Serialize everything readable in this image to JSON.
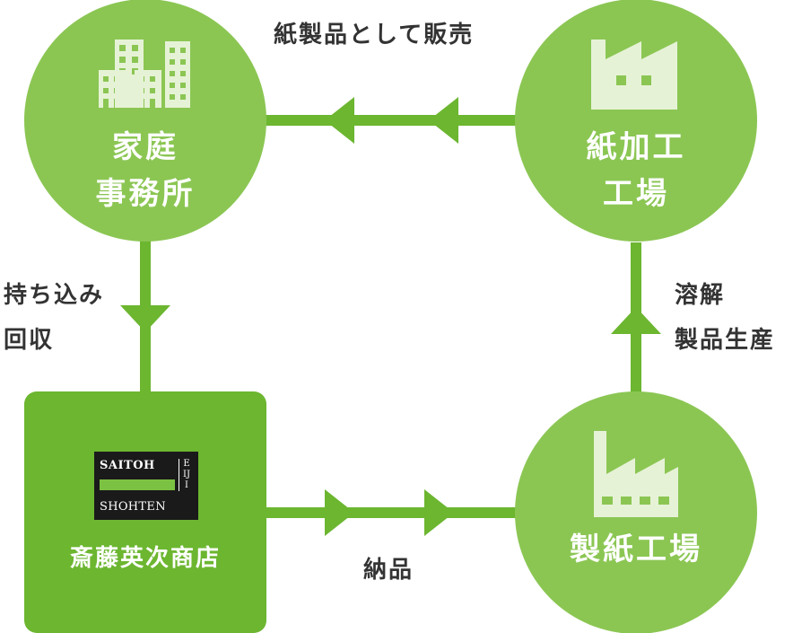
{
  "colors": {
    "circle": "#8bc653",
    "store_box": "#6cb630",
    "connector": "#6cb630",
    "icon": "#e6f2d6",
    "label_text": "#333333"
  },
  "nodes": {
    "household": {
      "line1": "家庭",
      "line2": "事務所",
      "icon": "buildings-icon"
    },
    "paper_processing": {
      "line1": "紙加工",
      "line2": "工場",
      "icon": "factory-icon"
    },
    "paper_mill": {
      "line1": "製紙工場",
      "icon": "factory-chimney-icon"
    },
    "store": {
      "name": "斎藤英次商店",
      "logo": {
        "top": "SAITOH",
        "bottom": "SHOHTEN",
        "side": "EIJI"
      }
    }
  },
  "edges": {
    "top": "紙製品として販売",
    "left": {
      "line1": "持ち込み",
      "line2": "回収"
    },
    "right": {
      "line1": "溶解",
      "line2": "製品生産"
    },
    "bottom": "納品"
  }
}
